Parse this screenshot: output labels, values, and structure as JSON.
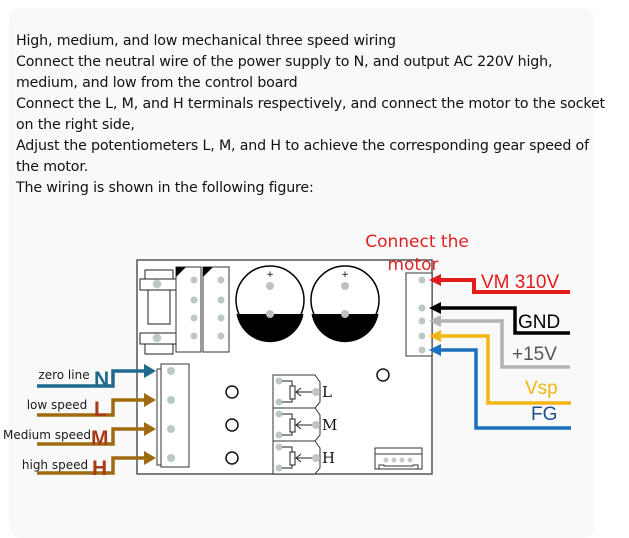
{
  "description": {
    "lines": [
      "High, medium, and low mechanical three speed wiring",
      "Connect the neutral wire of the power supply to N, and output AC 220V high,",
      "medium, and low from the control board",
      "Connect the L, M, and H terminals respectively, and connect the motor to the socket",
      "on the right side,",
      "Adjust the potentiometers L, M, and H to achieve the corresponding gear speed of",
      "the motor.",
      "The wiring is shown in the following figure:"
    ]
  },
  "diagram": {
    "motor_label_line1": "Connect the",
    "motor_label_line2": "motor",
    "left_inputs": [
      {
        "caption": "zero line",
        "letter": "N",
        "color": "#1f6a8c",
        "letter_color": "#1f6a8c"
      },
      {
        "caption": "low speed",
        "letter": "L",
        "color": "#a06b10",
        "letter_color": "#a83a1a"
      },
      {
        "caption": "Medium speed",
        "letter": "M",
        "color": "#a06b10",
        "letter_color": "#a83a1a"
      },
      {
        "caption": "high speed",
        "letter": "H",
        "color": "#a06b10",
        "letter_color": "#a83a1a"
      }
    ],
    "right_outputs": [
      {
        "label": "VM 310V",
        "color": "#e31b1b"
      },
      {
        "label": "GND",
        "color": "#000000"
      },
      {
        "label": "+15V",
        "color": "#b3b3b3",
        "text_color": "#555555"
      },
      {
        "label": "Vsp",
        "color": "#f2b614"
      },
      {
        "label": "FG",
        "color": "#1a6fbf",
        "text_color": "#1a4f8f"
      }
    ],
    "potentiometers": [
      "L",
      "M",
      "H"
    ],
    "capacitor_polarity": "+"
  }
}
